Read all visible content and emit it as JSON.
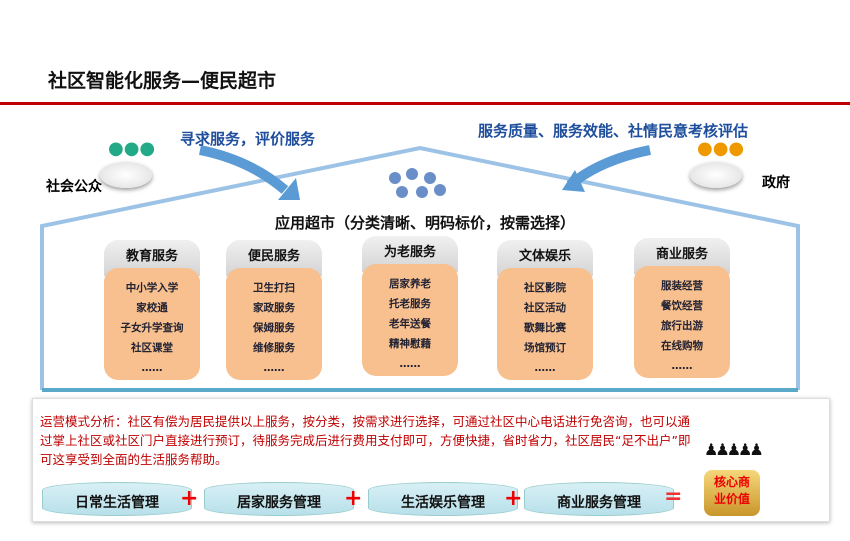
{
  "title": "社区智能化服务—便民超市",
  "left_flow": "寻求服务，评价服务",
  "right_flow": "服务质量、服务效能、社情民意考核评估",
  "public_label": "社会公众",
  "gov_label": "政府",
  "market_title": "应用超市（分类清晰、明码标价，按需选择）",
  "categories": [
    {
      "name": "教育服务",
      "items": [
        "中小学入学",
        "家校通",
        "子女升学查询",
        "社区课堂",
        "……"
      ]
    },
    {
      "name": "便民服务",
      "items": [
        "卫生打扫",
        "家政服务",
        "保姆服务",
        "维修服务",
        "……"
      ]
    },
    {
      "name": "为老服务",
      "items": [
        "居家养老",
        "托老服务",
        "老年送餐",
        "精神慰藉",
        "……"
      ]
    },
    {
      "name": "文体娱乐",
      "items": [
        "社区影院",
        "社区活动",
        "歌舞比赛",
        "场馆预订",
        "……"
      ]
    },
    {
      "name": "商业服务",
      "items": [
        "服装经营",
        "餐饮经营",
        "旅行出游",
        "在线购物",
        "……"
      ]
    }
  ],
  "operation_text": "运营模式分析：社区有偿为居民提供以上服务，按分类，按需求进行选择，可通过社区中心电话进行免咨询，也可以通过掌上社区或社区门户直接进行预订，待服务完成后进行费用支付即可，方便快捷，省时省力，社区居民“足不出户”即可这享受到全面的生活服务帮助。",
  "formula": {
    "terms": [
      "日常生活管理",
      "居家服务管理",
      "生活娱乐管理",
      "商业服务管理"
    ],
    "plus": "+",
    "equals": "=",
    "result": "核心商业价值"
  }
}
